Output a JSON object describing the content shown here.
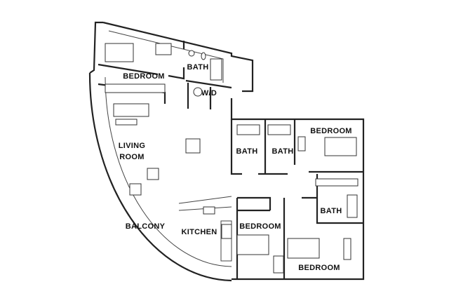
{
  "rooms": {
    "bedroom_top_left": "BEDROOM",
    "bath_top": "BATH",
    "washer_dryer": "W/D",
    "living_line1": "LIVING",
    "living_line2": "ROOM",
    "balcony": "BALCONY",
    "kitchen": "KITCHEN",
    "bath_left": "BATH",
    "bath_middle": "BATH",
    "bedroom_top_right": "BEDROOM",
    "bath_right": "BATH",
    "bedroom_bottom_middle": "BEDROOM",
    "bedroom_bottom_right": "BEDROOM"
  }
}
